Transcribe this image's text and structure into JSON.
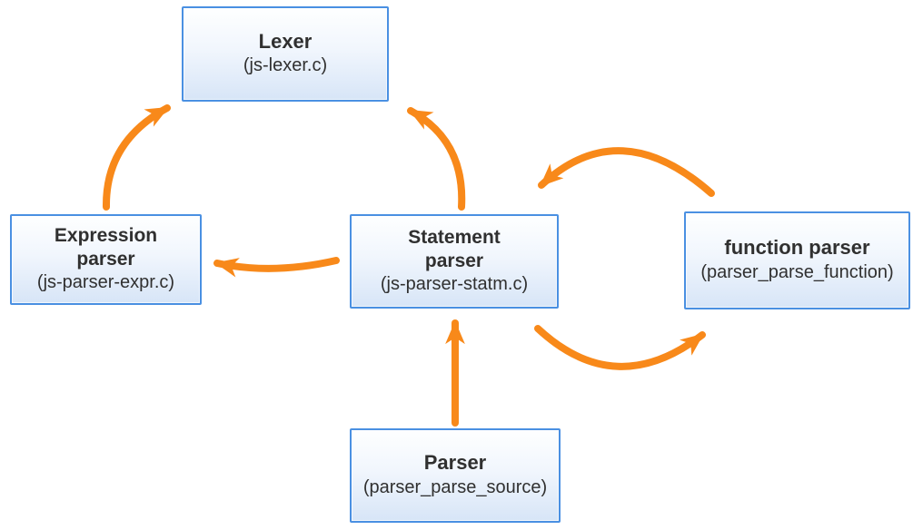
{
  "diagram": {
    "nodes": [
      {
        "id": "lexer",
        "title": "Lexer",
        "subtitle": "(js-lexer.c)"
      },
      {
        "id": "expression-parser",
        "title": "Expression parser",
        "subtitle": "(js-parser-expr.c)"
      },
      {
        "id": "statement-parser",
        "title": "Statement parser",
        "subtitle": "(js-parser-statm.c)"
      },
      {
        "id": "function-parser",
        "title": "function parser",
        "subtitle": "(parser_parse_function)"
      },
      {
        "id": "parser",
        "title": "Parser",
        "subtitle": "(parser_parse_source)"
      }
    ],
    "edges": [
      {
        "from": "expression-parser",
        "to": "lexer",
        "style": "curved-up-right"
      },
      {
        "from": "statement-parser",
        "to": "lexer",
        "style": "curved-up-left"
      },
      {
        "from": "statement-parser",
        "to": "expression-parser",
        "style": "slight-curve-left"
      },
      {
        "from": "function-parser",
        "to": "statement-parser",
        "style": "arc-over-top"
      },
      {
        "from": "statement-parser",
        "to": "function-parser",
        "style": "arc-under-bottom"
      },
      {
        "from": "parser",
        "to": "statement-parser",
        "style": "straight-up"
      }
    ],
    "colors": {
      "arrow": "#F8891A",
      "node_border": "#4A90E2",
      "node_fill_top": "#FEFFFF",
      "node_fill_bottom": "#D7E5F7",
      "text": "#303030",
      "background": "#FFFFFF"
    }
  }
}
